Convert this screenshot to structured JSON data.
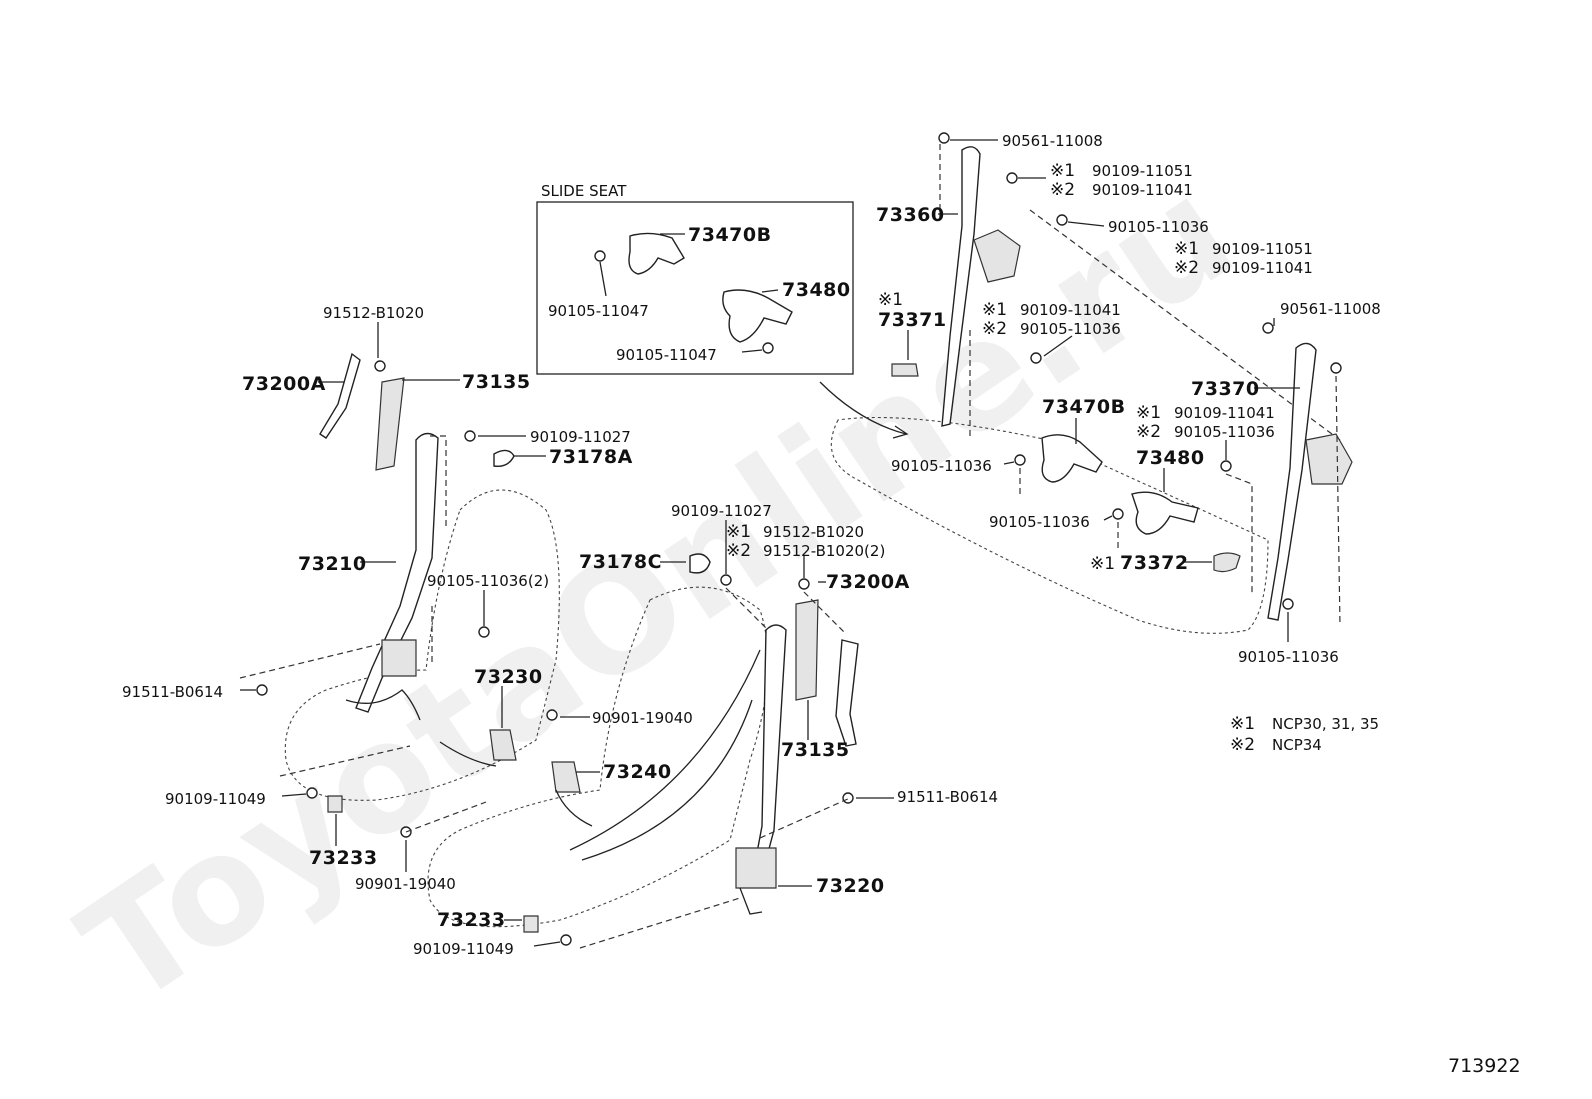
{
  "diagram": {
    "watermark": "ToyotaOnline.ru",
    "figure_number": "713922",
    "inset": {
      "title": "SLIDE  SEAT",
      "part_73470b": "73470B",
      "part_73480": "73480",
      "bolt_upper": "90105-11047",
      "bolt_lower": "90105-11047"
    },
    "front_left": {
      "p91512_b1020": "91512-B1020",
      "p73200a": "73200A",
      "p73135": "73135",
      "p90109_11027": "90109-11027",
      "p73178a": "73178A",
      "p73210": "73210",
      "p90105_11036_2": "90105-11036(2)",
      "p91511_b0614": "91511-B0614",
      "p73230": "73230",
      "p90901_19040_a": "90901-19040",
      "p90109_11049": "90109-11049",
      "p73233": "73233",
      "p90901_19040_b": "90901-19040"
    },
    "front_right": {
      "p90109_11027": "90109-11027",
      "mark1": "※1",
      "p91512_b1020": "91512-B1020",
      "mark2": "※2",
      "p91512_b1020_2": "91512-B1020(2)",
      "p73178c": "73178C",
      "p73200a": "73200A",
      "p73240": "73240",
      "p73135": "73135",
      "p91511_b0614": "91511-B0614",
      "p73220": "73220",
      "p73233": "73233",
      "p90109_11049": "90109-11049"
    },
    "rear": {
      "p90561_11008_a": "90561-11008",
      "mark1_a": "※1",
      "p90109_11051_a": "90109-11051",
      "mark2_a": "※2",
      "p90109_11041_a": "90109-11041",
      "p73360": "73360",
      "p90105_11036_top": "90105-11036",
      "mark1_b": "※1",
      "p90109_11051_b": "90109-11051",
      "mark2_b": "※2",
      "p90109_11041_b": "90109-11041",
      "mark1_c": "※1",
      "p73371": "73371",
      "mark1_d": "※1",
      "p90109_11041_c": "90109-11041",
      "mark2_d": "※2",
      "p90105_11036_d": "90105-11036",
      "p90561_11008_b": "90561-11008",
      "p73370": "73370",
      "p73470b": "73470B",
      "mark1_e": "※1",
      "p90109_11041_e": "90109-11041",
      "mark2_e": "※2",
      "p90105_11036_e": "90105-11036",
      "p73480": "73480",
      "p90105_11036_f": "90105-11036",
      "p90105_11036_g": "90105-11036",
      "mark1_h": "※1",
      "p73372": "73372",
      "p90105_11036_h": "90105-11036"
    },
    "legend": {
      "mark1": "※1",
      "text1": "NCP30, 31, 35",
      "mark2": "※2",
      "text2": "NCP34"
    }
  }
}
